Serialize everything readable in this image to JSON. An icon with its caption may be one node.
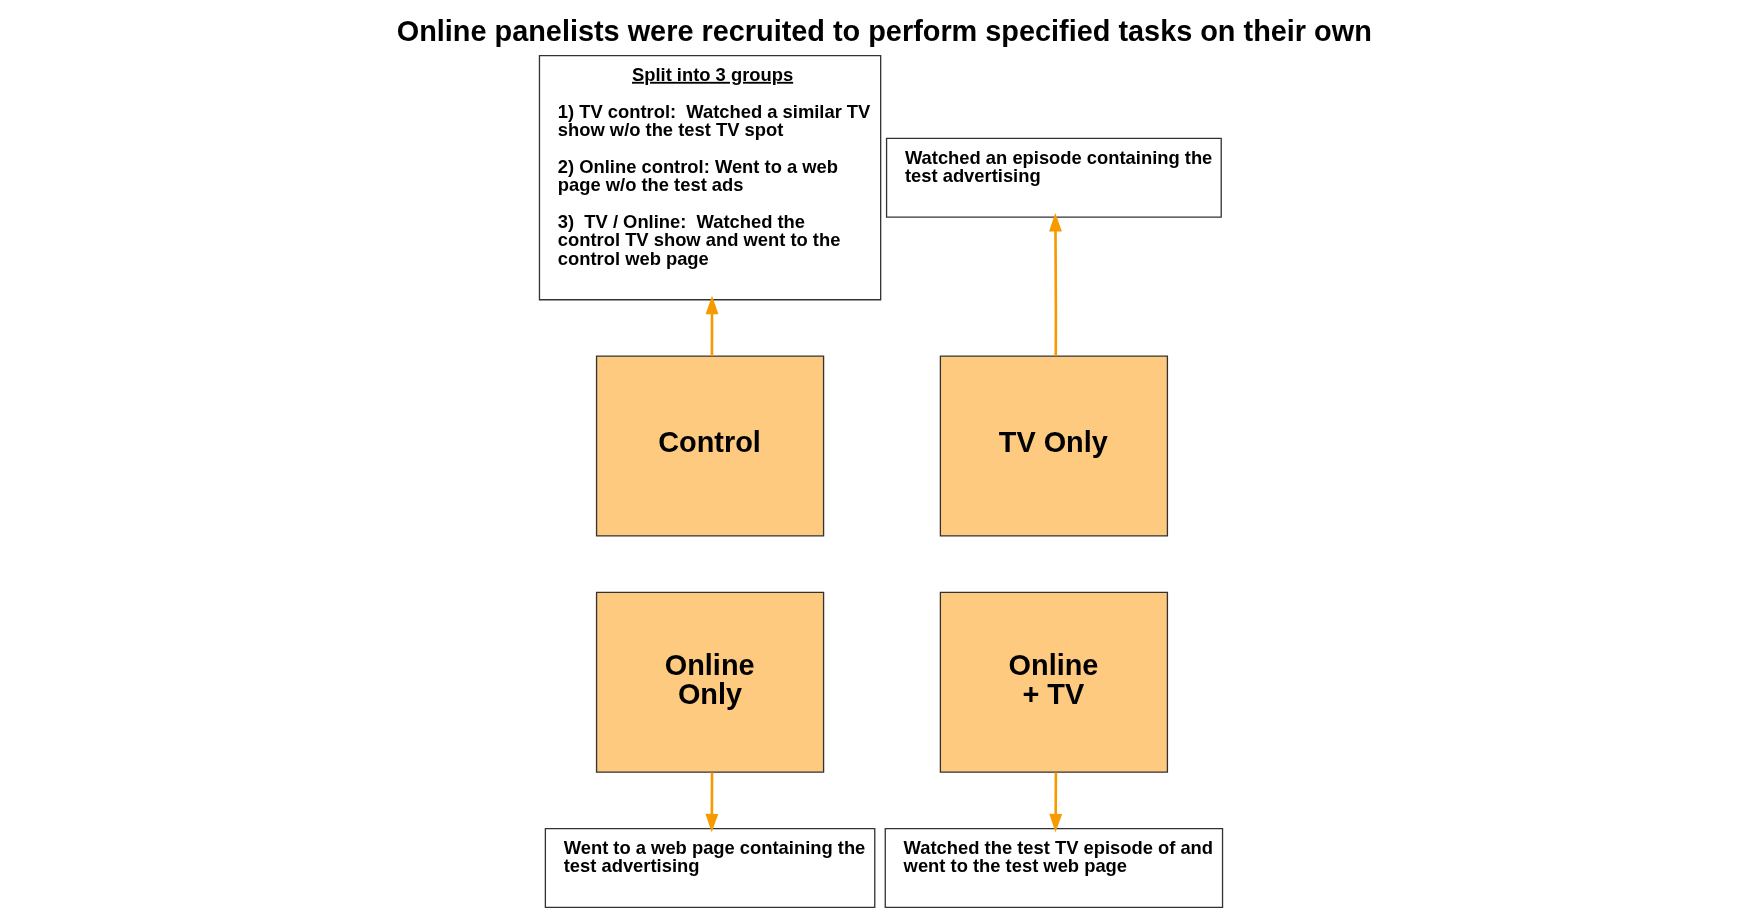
{
  "diagram": {
    "title": "Online panelists were recruited to perform specified tasks on their own",
    "nodes": [
      {
        "text": [
          "Split into 3 groups",
          "1) TV control:  Watched a similar TV show w/o the test TV spot",
          "2) Online control: Went to a web page w/o the test ads",
          "3)  TV / Online:  Watched the control TV show and went to the control web page"
        ]
      },
      {
        "text": [
          "Watched an episode containing the test advertising"
        ]
      },
      {
        "text": [
          "Control"
        ]
      },
      {
        "text": [
          "TV Only"
        ]
      },
      {
        "text": [
          "Online Only"
        ]
      },
      {
        "text": [
          "Online + TV"
        ]
      },
      {
        "text": [
          "Went to a web page containing the test advertising"
        ]
      },
      {
        "text": [
          "Watched the test TV episode of and went to the test web page"
        ]
      }
    ],
    "edges": [
      {
        "from": 2,
        "to": 0,
        "arrow": "to"
      },
      {
        "from": 3,
        "to": 1,
        "arrow": "to"
      },
      {
        "from": 4,
        "to": 6,
        "arrow": "to"
      },
      {
        "from": 5,
        "to": 7,
        "arrow": "to"
      }
    ]
  }
}
